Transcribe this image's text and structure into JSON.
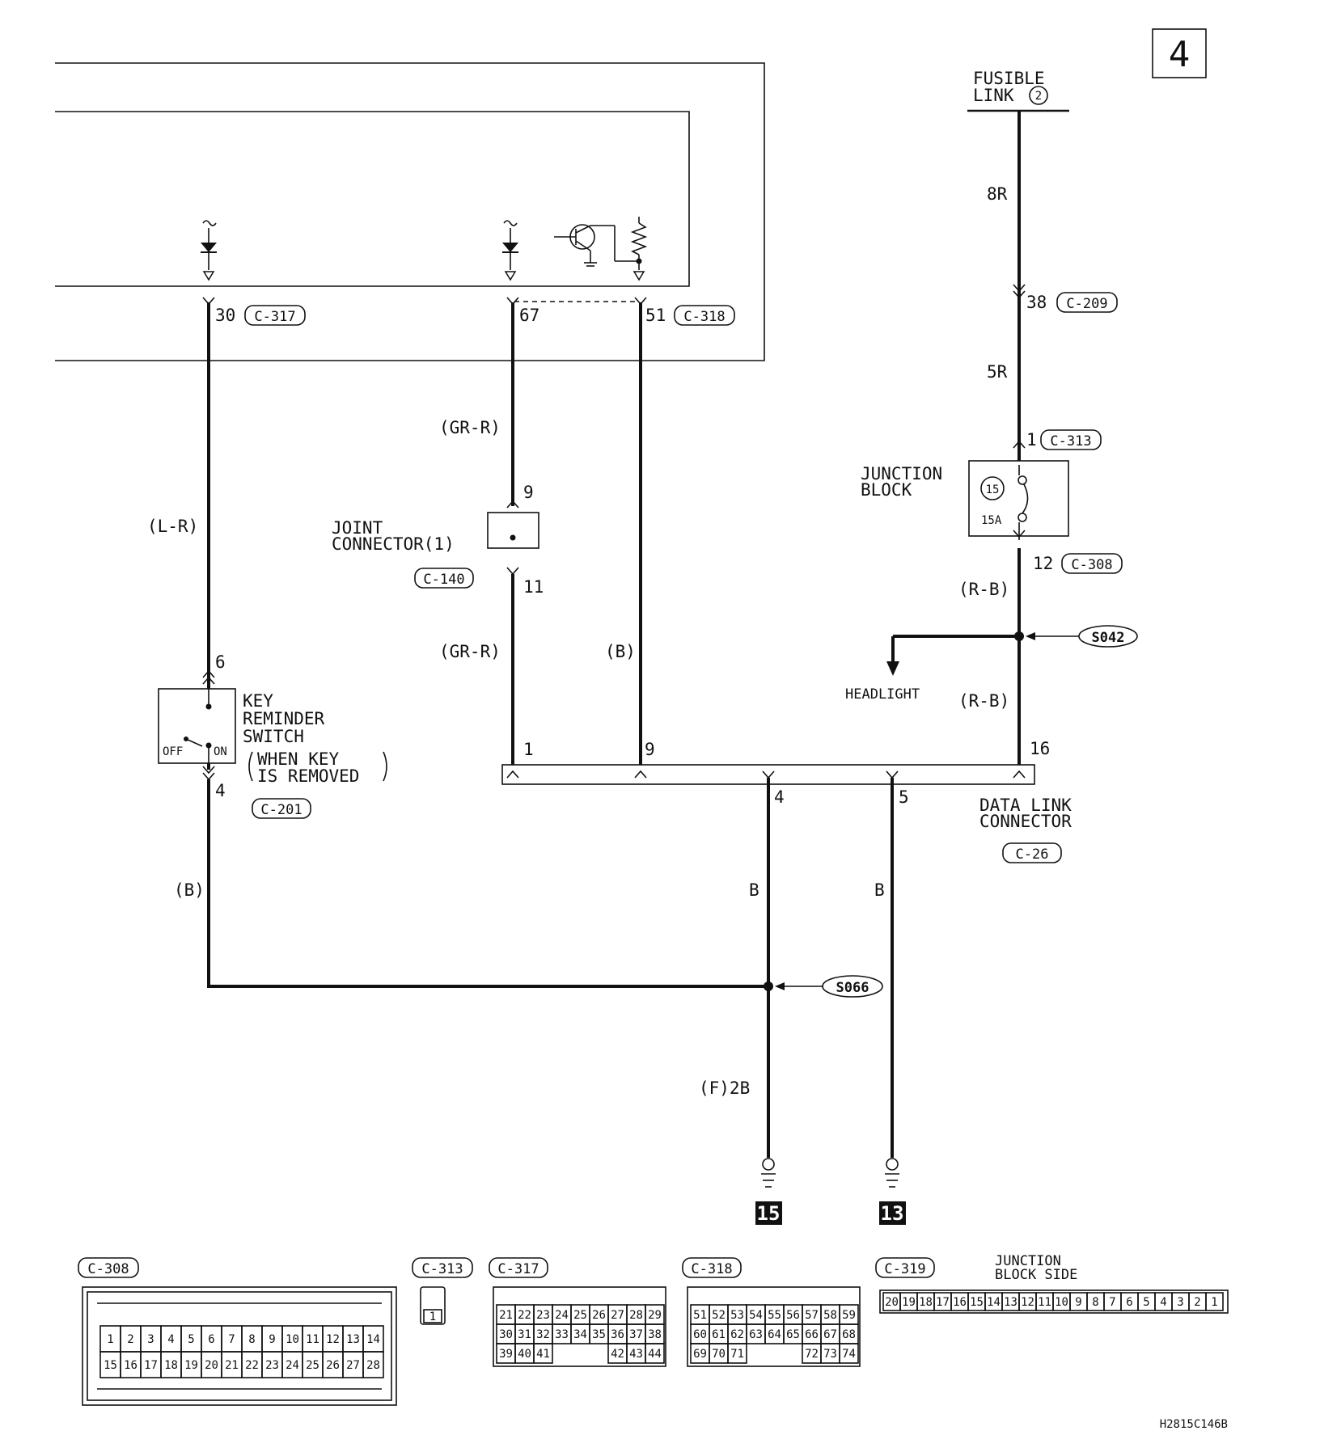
{
  "page_number": "4",
  "power_source": {
    "line1": "FUSIBLE",
    "line2": "LINK",
    "link_number": "2"
  },
  "wires": {
    "w_8r": "8R",
    "w_5r": "5R",
    "w_lr": "(L-R)",
    "w_grr_top": "(GR-R)",
    "w_grr_bottom": "(GR-R)",
    "w_b_mid": "(B)",
    "w_b_left": "(B)",
    "w_rb_top": "(R-B)",
    "w_rb_bottom": "(R-B)",
    "w_b_4": "B",
    "w_b_5": "B",
    "w_f2b": "(F)2B"
  },
  "pins": {
    "p30": "30",
    "p67": "67",
    "p51": "51",
    "p38": "38",
    "p1_top": "1",
    "p12": "12",
    "p9_joint": "9",
    "p11": "11",
    "p6": "6",
    "p4_switch": "4",
    "p1_dlc": "1",
    "p9_dlc": "9",
    "p16": "16",
    "p4_dlc": "4",
    "p5_dlc": "5"
  },
  "connectors": {
    "c317": "C-317",
    "c318": "C-318",
    "c209": "C-209",
    "c313": "C-313",
    "c308": "C-308",
    "c140": "C-140",
    "c201": "C-201",
    "c26": "C-26",
    "c319": "C-319"
  },
  "components": {
    "junction_block": {
      "line1": "JUNCTION",
      "line2": "BLOCK",
      "fuse_number": "15",
      "fuse_rating": "15A"
    },
    "joint_connector": {
      "line1": "JOINT",
      "line2": "CONNECTOR(1)"
    },
    "key_switch": {
      "line1": "KEY",
      "line2": "REMINDER",
      "line3": "SWITCH",
      "line4": "WHEN KEY",
      "line5": "IS REMOVED",
      "off": "OFF",
      "on": "ON"
    },
    "dlc": {
      "line1": "DATA LINK",
      "line2": "CONNECTOR"
    },
    "headlight": "HEADLIGHT"
  },
  "splices": {
    "s042": "S042",
    "s066": "S066"
  },
  "grounds": {
    "g15": "15",
    "g13": "13"
  },
  "connector_faces": {
    "c308": {
      "row1": [
        "1",
        "2",
        "3",
        "4",
        "5",
        "6",
        "7",
        "8",
        "9",
        "10",
        "11",
        "12",
        "13",
        "14"
      ],
      "row2": [
        "15",
        "16",
        "17",
        "18",
        "19",
        "20",
        "21",
        "22",
        "23",
        "24",
        "25",
        "26",
        "27",
        "28"
      ]
    },
    "c313": [
      "1"
    ],
    "c317": {
      "row1": [
        "21",
        "22",
        "23",
        "24",
        "25",
        "26",
        "27",
        "28",
        "29"
      ],
      "row2": [
        "30",
        "31",
        "32",
        "33",
        "34",
        "35",
        "36",
        "37",
        "38"
      ],
      "row3": [
        "39",
        "40",
        "41",
        "",
        "",
        "",
        "42",
        "43",
        "44"
      ]
    },
    "c318": {
      "row1": [
        "51",
        "52",
        "53",
        "54",
        "55",
        "56",
        "57",
        "58",
        "59"
      ],
      "row2": [
        "60",
        "61",
        "62",
        "63",
        "64",
        "65",
        "66",
        "67",
        "68"
      ],
      "row3": [
        "69",
        "70",
        "71",
        "",
        "",
        "",
        "72",
        "73",
        "74"
      ]
    },
    "c319_title_line1": "JUNCTION",
    "c319_title_line2": "BLOCK SIDE",
    "c319": [
      "20",
      "19",
      "18",
      "17",
      "16",
      "15",
      "14",
      "13",
      "12",
      "11",
      "10",
      "9",
      "8",
      "7",
      "6",
      "5",
      "4",
      "3",
      "2",
      "1"
    ]
  },
  "footer_code": "H2815C146B"
}
